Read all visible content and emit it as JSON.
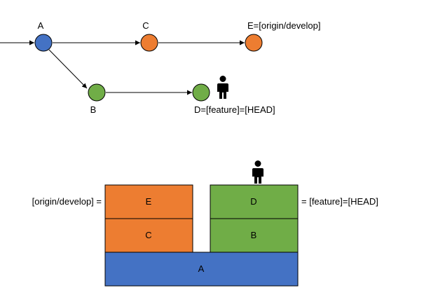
{
  "graph": {
    "nodes": [
      {
        "id": "A",
        "label": "A",
        "color": "#4472C4"
      },
      {
        "id": "B",
        "label": "B",
        "color": "#70AD47"
      },
      {
        "id": "C",
        "label": "C",
        "color": "#ED7D31"
      },
      {
        "id": "D",
        "label": "D=[feature]=[HEAD]",
        "color": "#70AD47"
      },
      {
        "id": "E",
        "label": "E=[origin/develop]",
        "color": "#ED7D31"
      }
    ],
    "edges": [
      [
        "in",
        "A"
      ],
      [
        "A",
        "C"
      ],
      [
        "C",
        "E"
      ],
      [
        "A",
        "B"
      ],
      [
        "B",
        "D"
      ]
    ],
    "head_marker_on": "D"
  },
  "stack": {
    "blocks": [
      {
        "id": "E",
        "label": "E",
        "color": "#ED7D31"
      },
      {
        "id": "C",
        "label": "C",
        "color": "#ED7D31"
      },
      {
        "id": "D",
        "label": "D",
        "color": "#70AD47"
      },
      {
        "id": "B",
        "label": "B",
        "color": "#70AD47"
      },
      {
        "id": "A",
        "label": "A",
        "color": "#4472C4"
      }
    ],
    "left_annotation": "[origin/develop] =",
    "right_annotation": "= [feature]=[HEAD]",
    "head_marker_on": "D"
  },
  "icons": {
    "person": "person-icon"
  }
}
